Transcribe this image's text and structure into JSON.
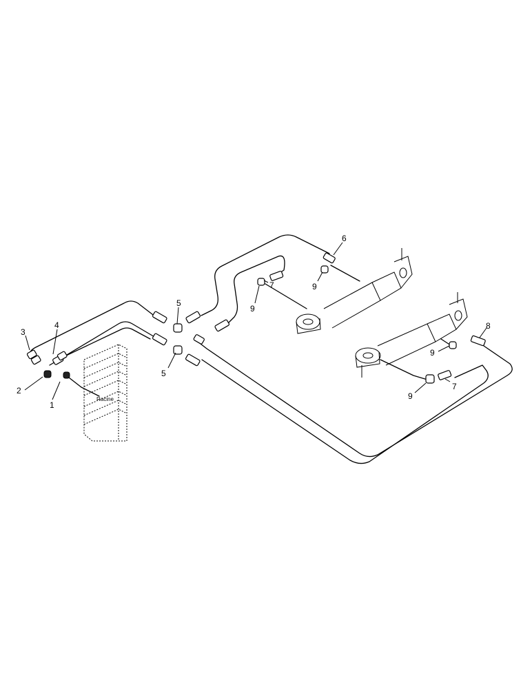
{
  "callouts": [
    "1",
    "2",
    "3",
    "4",
    "5",
    "5",
    "6",
    "7",
    "7",
    "8",
    "9",
    "9",
    "9",
    "9"
  ],
  "valve_label": "Racine"
}
